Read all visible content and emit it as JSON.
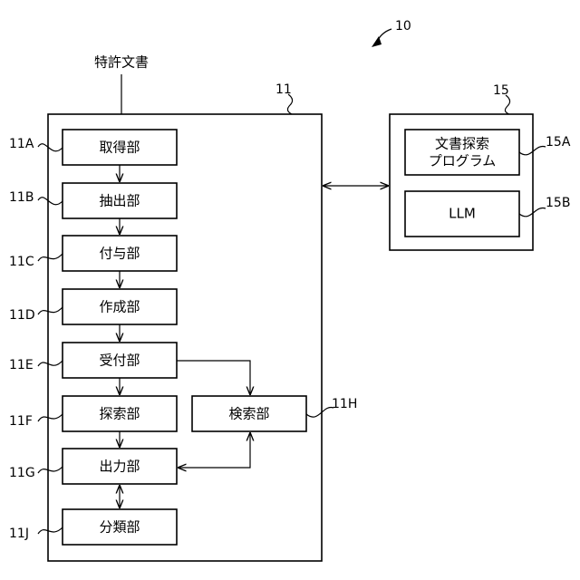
{
  "figure": {
    "ref_system": "10",
    "input_label": "特許文書",
    "main_unit": {
      "ref": "11",
      "blocks": [
        {
          "id": "11A",
          "ref": "11A",
          "label": "取得部"
        },
        {
          "id": "11B",
          "ref": "11B",
          "label": "抽出部"
        },
        {
          "id": "11C",
          "ref": "11C",
          "label": "付与部"
        },
        {
          "id": "11D",
          "ref": "11D",
          "label": "作成部"
        },
        {
          "id": "11E",
          "ref": "11E",
          "label": "受付部"
        },
        {
          "id": "11F",
          "ref": "11F",
          "label": "探索部"
        },
        {
          "id": "11G",
          "ref": "11G",
          "label": "出力部"
        },
        {
          "id": "11J",
          "ref": "11J",
          "label": "分類部"
        }
      ],
      "search_block": {
        "ref": "11H",
        "label": "検索部"
      }
    },
    "storage_unit": {
      "ref": "15",
      "program": {
        "ref": "15A",
        "line1": "文書探索",
        "line2": "プログラム"
      },
      "llm": {
        "ref": "15B",
        "label": "LLM"
      }
    }
  }
}
